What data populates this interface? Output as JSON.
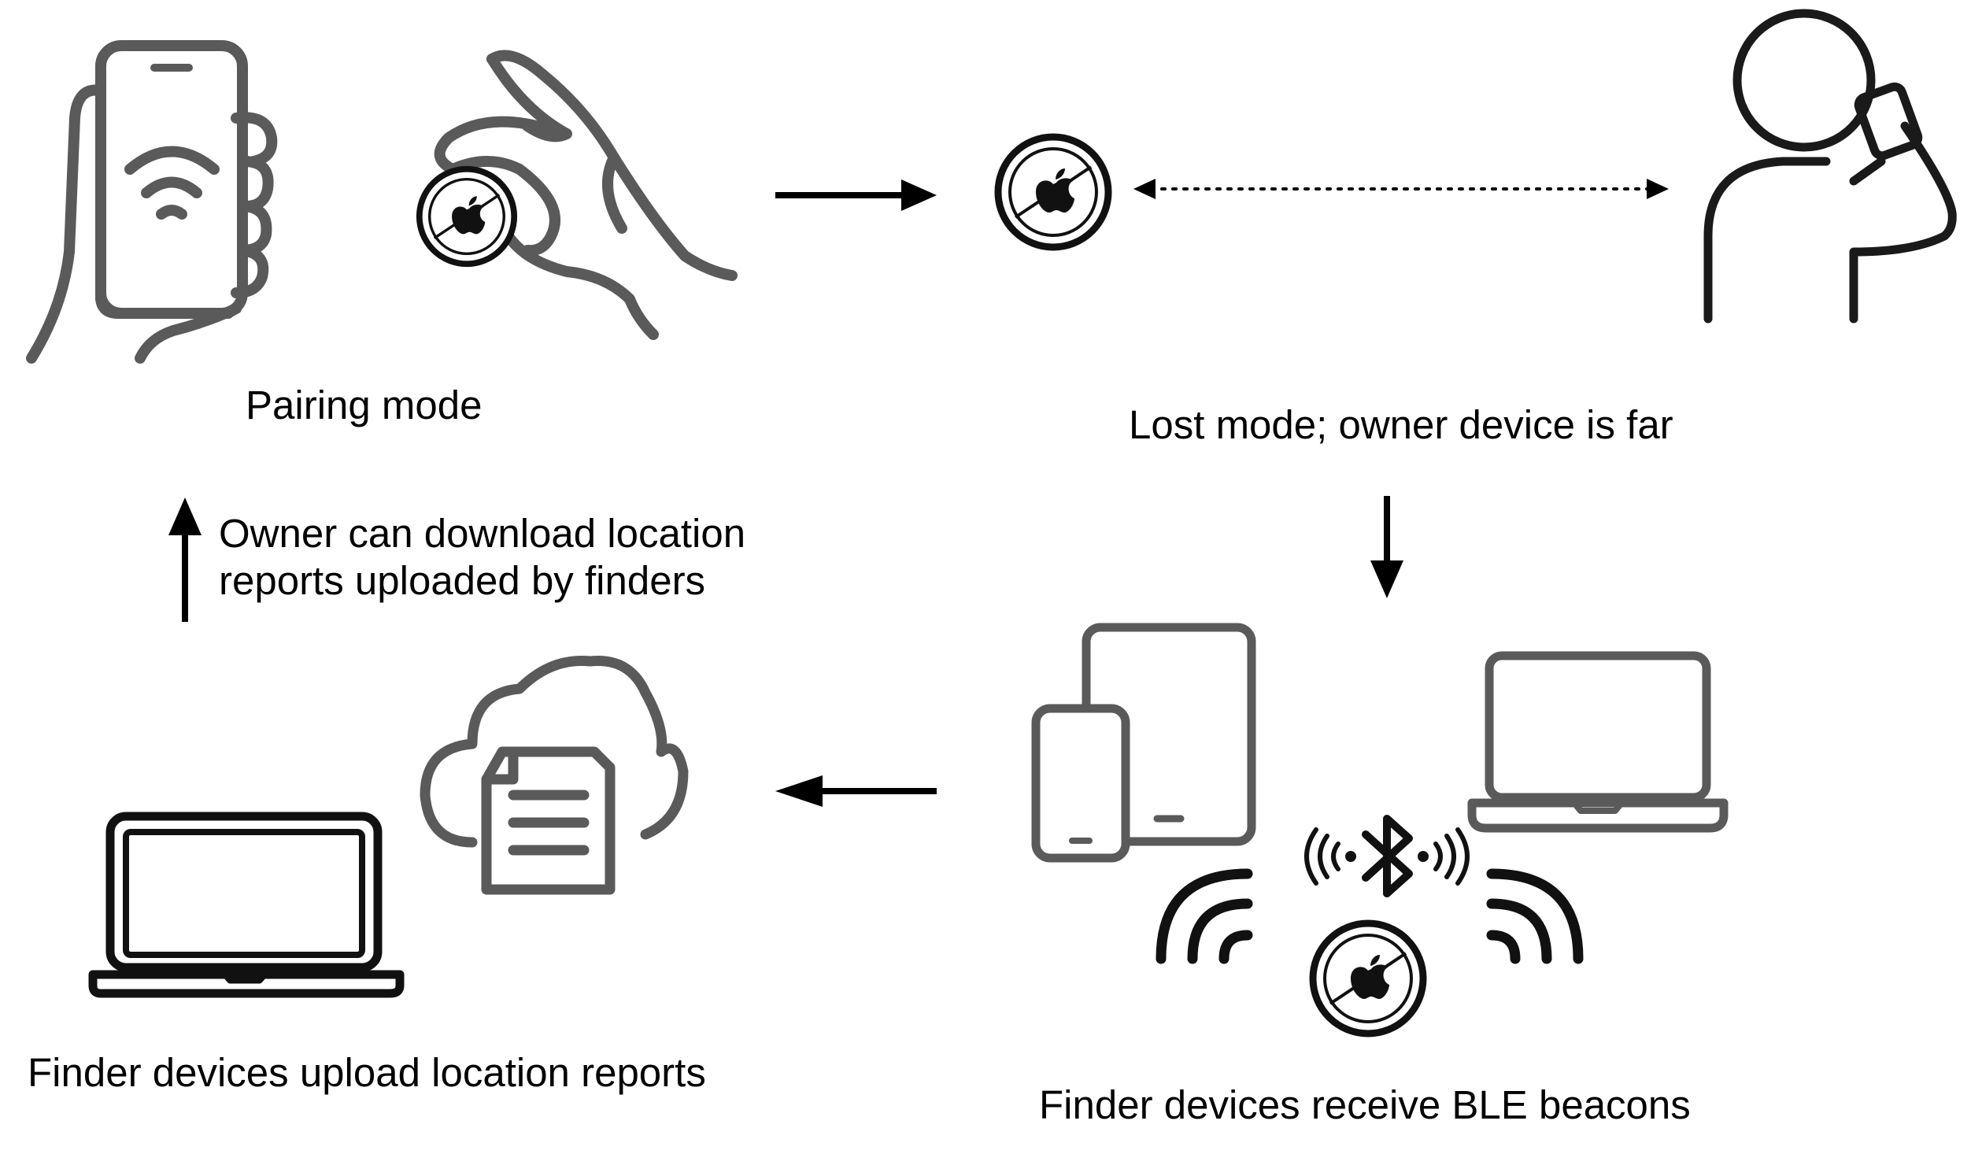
{
  "labels": {
    "pairing": "Pairing mode",
    "lost": "Lost mode; owner device is far",
    "download_line1": "Owner can download location",
    "download_line2": "reports uploaded by finders",
    "upload": "Finder devices upload location reports",
    "receive": "Finder devices receive BLE beacons"
  },
  "colors": {
    "icon_gray": "#5a5a5a",
    "icon_dark": "#1a1a1a",
    "arrow": "#000000"
  },
  "icons": [
    "smartphone-in-hand-icon",
    "airtag-in-fingers-icon",
    "airtag-icon",
    "person-on-phone-icon",
    "tablet-icon",
    "phone-icon",
    "laptop-icon",
    "bluetooth-icon",
    "wifi-waves-icon",
    "cloud-document-icon"
  ]
}
